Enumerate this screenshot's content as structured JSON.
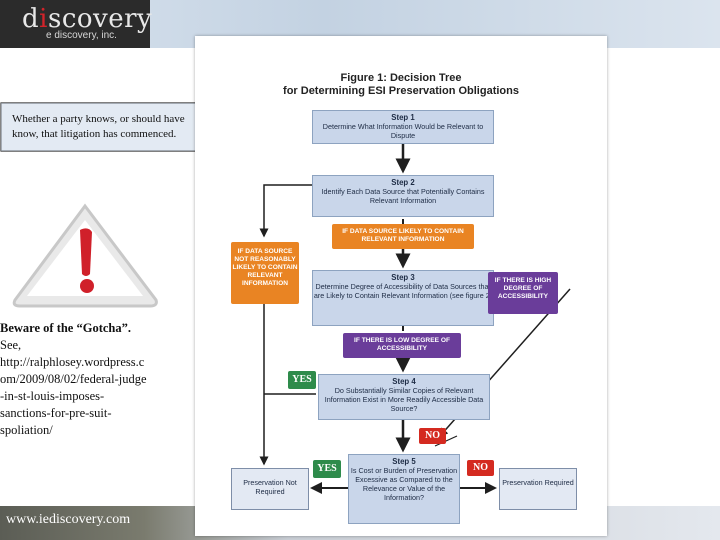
{
  "logo": {
    "prefix": "d",
    "accent": "i",
    "suffix": "scovery",
    "tagline": "e discovery, inc."
  },
  "callout": {
    "text": "Whether a party knows, or should have know, that litigation has commenced."
  },
  "warning": {
    "title": "Beware of the “Gotcha”.",
    "body": "See,\nhttp://ralphlosey.wordpress.c\nom/2009/08/02/federal-judge\n-in-st-louis-imposes-\nsanctions-for-pre-suit-\nspoliation/"
  },
  "footer": {
    "url": "www.iediscovery.com"
  },
  "figure": {
    "title_line1": "Figure 1:  Decision Tree",
    "title_line2": "for Determining ESI Preservation Obligations",
    "step1": {
      "head": "Step 1",
      "text": "Determine What Information Would be Relevant to Dispute"
    },
    "step2": {
      "head": "Step 2",
      "text": "Identify Each Data Source that Potentially Contains Relevant Information"
    },
    "if_likely": "IF DATA SOURCE LIKELY TO CONTAIN RELEVANT INFORMATION",
    "if_not_likely": "IF DATA SOURCE NOT REASONABLY LIKELY TO CONTAIN RELEVANT INFORMATION",
    "step3": {
      "head": "Step 3",
      "text": "Determine Degree of Accessibility of Data Sources that are Likely to Contain Relevant Information (see figure 2)"
    },
    "if_high": "IF THERE IS HIGH DEGREE OF ACCESSIBILITY",
    "if_low": "IF THERE IS LOW DEGREE OF ACCESSIBILITY",
    "step4": {
      "head": "Step 4",
      "text": "Do Substantially Similar Copies of Relevant Information Exist in More Readily Accessible Data Source?"
    },
    "yes_label": "YES",
    "no_label": "NO",
    "step5": {
      "head": "Step 5",
      "text": "Is Cost or Burden of Preservation Excessive as Compared to the Relevance or Value of the Information?"
    },
    "preservation_not_required": "Preservation Not Required",
    "preservation_required": "Preservation Required"
  },
  "colors": {
    "step_fill": "#c9d6ea",
    "orange": "#e98423",
    "purple": "#6a3d9a",
    "yes": "#2e8b4b",
    "no": "#d42a20",
    "arrow": "#1f1f1f"
  }
}
